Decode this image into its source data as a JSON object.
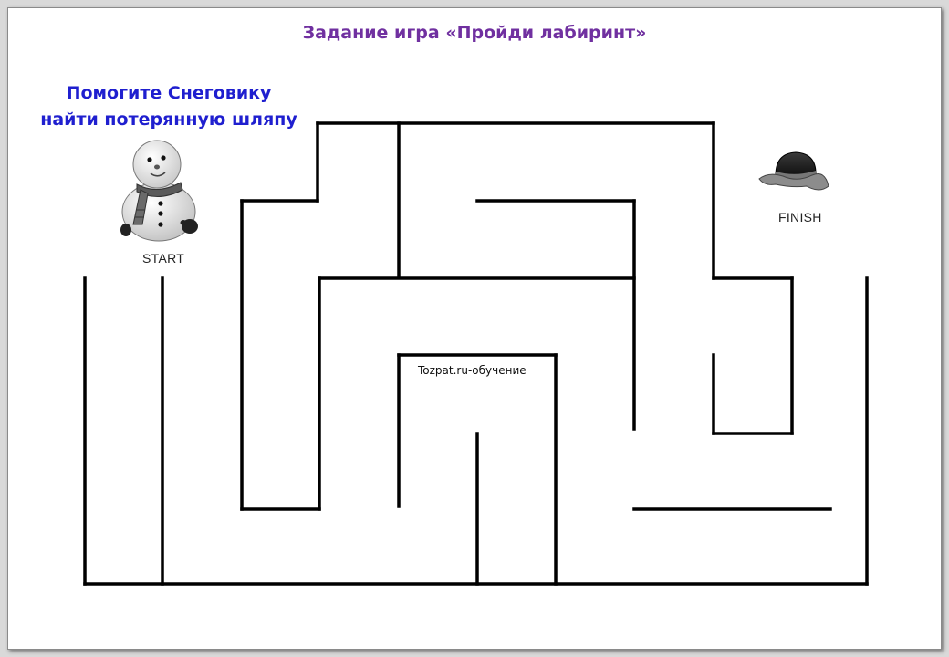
{
  "title": "Задание игра «Пройди лабиринт»",
  "instruction": {
    "line1": "Помогите Снеговику",
    "line2": "найти потерянную шляпу"
  },
  "start_label": "START",
  "finish_label": "FINISH",
  "watermark": "Tozpat.ru-обучение",
  "icons": {
    "snowman": "snowman-icon",
    "hat": "hat-icon"
  },
  "colors": {
    "title": "#7030a0",
    "instruction": "#1f1fcf",
    "maze_wall": "#000000",
    "page": "#ffffff",
    "frame": "#d9d9d9"
  }
}
